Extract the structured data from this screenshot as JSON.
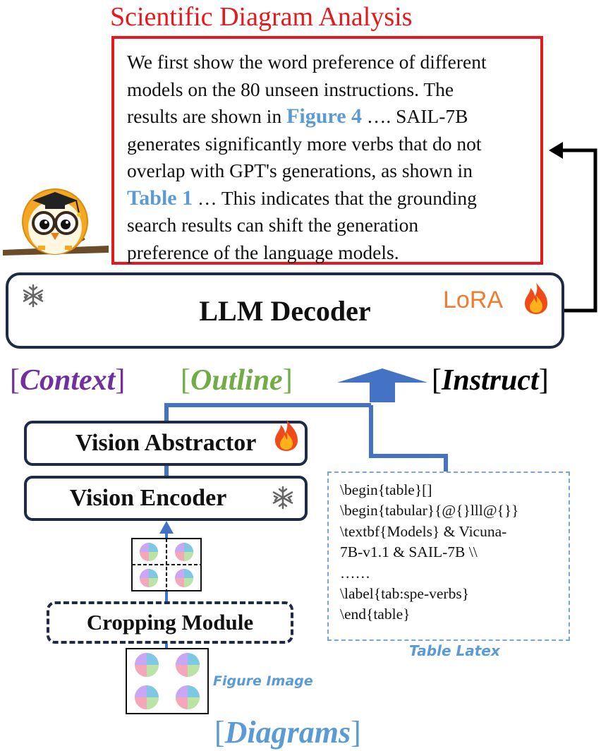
{
  "header": {
    "title": "Scientific Diagram Analysis"
  },
  "analysis_text": {
    "line1": "We first show the word preference of different",
    "line2": "models on the 80 unseen instructions. The",
    "line3_pre": "results are shown in ",
    "line3_hl": "Figure 4",
    "line3_post": " …. SAIL-7B",
    "line4": "generates significantly more verbs that do not",
    "line5": "overlap with GPT's generations, as shown in",
    "line6_hl": "Table 1",
    "line6_post": " … This indicates that the grounding",
    "line7": "search results can shift the generation",
    "line8": "preference of the language models."
  },
  "decoder": {
    "label": "LLM Decoder",
    "lora": "LoRA"
  },
  "tags": {
    "context": {
      "open": "[",
      "word": "Context",
      "close": "]"
    },
    "outline": {
      "open": "[",
      "word": "Outline",
      "close": "]"
    },
    "instruct": {
      "open": "[",
      "word": "Instruct",
      "close": "]"
    },
    "diagrams": {
      "open": "[",
      "word": "Diagrams",
      "close": "]"
    }
  },
  "modules": {
    "abstractor": "Vision Abstractor",
    "encoder": "Vision Encoder",
    "cropping": "Cropping Module"
  },
  "latex": {
    "lines": [
      "\\begin{table}[]",
      "\\begin{tabular}{@{}lll@{}}",
      "\\textbf{Models} & Vicuna-",
      "7B-v1.1 & SAIL-7B \\\\",
      "……",
      "\\label{tab:spe-verbs}",
      "\\end{table}"
    ],
    "caption": "Table Latex"
  },
  "figure_caption": "Figure Image",
  "colors": {
    "red": "#e8191c",
    "navy": "#1f2a44",
    "blue": "#5b9bd5",
    "arrow_blue": "#4472c4",
    "orange": "#ed7d31",
    "purple": "#7030a0",
    "green": "#70ad47"
  },
  "icons": [
    "owl-mascot-icon",
    "snowflake-icon",
    "fire-icon",
    "pie-chart-thumbnail-icon"
  ]
}
